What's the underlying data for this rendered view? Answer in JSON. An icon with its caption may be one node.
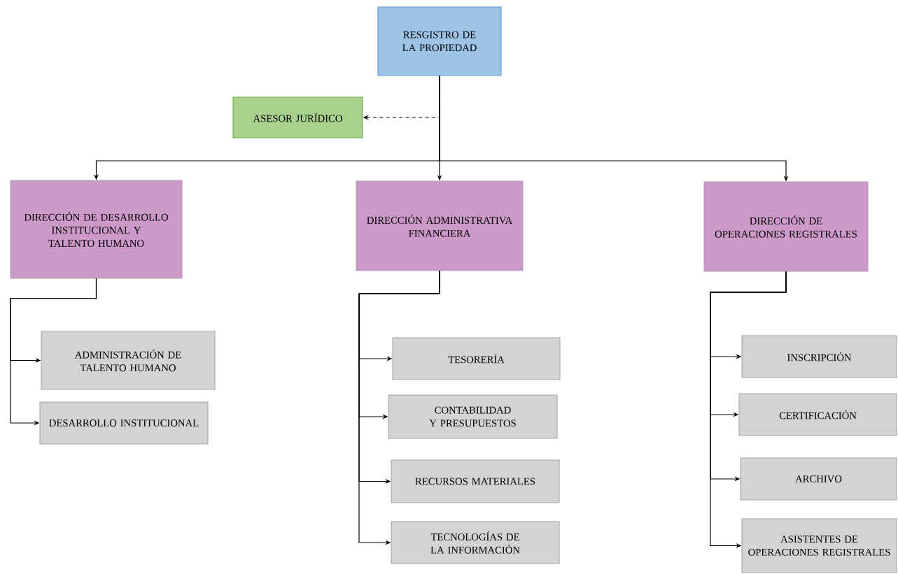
{
  "diagram": {
    "nodes": [
      {
        "text": [
          "RESGISTRO DE LA PROPIEDAD"
        ]
      },
      {
        "text": [
          "ASESOR JURÍDICO"
        ]
      },
      {
        "text": [
          "DIRECCIÓN DE DESARROLLO INSTITUCIONAL Y TALENTO HUMANO"
        ]
      },
      {
        "text": [
          "DIRECCIÓN ADMINISTRATIVA FINANCIERA"
        ]
      },
      {
        "text": [
          "DIRECCIÓN DE OPERACIONES REGISTRALES"
        ]
      },
      {
        "text": [
          "ADMINISTRACIÓN DE TALENTO HUMANO"
        ]
      },
      {
        "text": [
          "DESARROLLO INSTITUCIONAL"
        ]
      },
      {
        "text": [
          "TESORERÍA"
        ]
      },
      {
        "text": [
          "CONTABILIDAD Y PRESUPUESTOS"
        ]
      },
      {
        "text": [
          "RECURSOS MATERIALES"
        ]
      },
      {
        "text": [
          "TECNOLOGÍAS DE LA INFORMACIÓN"
        ]
      },
      {
        "text": [
          "INSCRIPCIÓN"
        ]
      },
      {
        "text": [
          "CERTIFICACIÓN"
        ]
      },
      {
        "text": [
          "ARCHIVO"
        ]
      },
      {
        "text": [
          "ASISTENTES DE OPERACIONES REGISTRALES"
        ]
      }
    ],
    "edges": [
      {
        "from": 0,
        "to": 1,
        "arrow": "to",
        "style": "dashed"
      },
      {
        "from": 0,
        "to": 2,
        "arrow": "to"
      },
      {
        "from": 0,
        "to": 3,
        "arrow": "to"
      },
      {
        "from": 0,
        "to": 4,
        "arrow": "to"
      },
      {
        "from": 2,
        "to": 5,
        "arrow": "to"
      },
      {
        "from": 2,
        "to": 6,
        "arrow": "to"
      },
      {
        "from": 3,
        "to": 7,
        "arrow": "to"
      },
      {
        "from": 3,
        "to": 8,
        "arrow": "to"
      },
      {
        "from": 3,
        "to": 9,
        "arrow": "to"
      },
      {
        "from": 3,
        "to": 10,
        "arrow": "to"
      },
      {
        "from": 4,
        "to": 11,
        "arrow": "to"
      },
      {
        "from": 4,
        "to": 12,
        "arrow": "to"
      },
      {
        "from": 4,
        "to": 13,
        "arrow": "to"
      },
      {
        "from": 4,
        "to": 14,
        "arrow": "to"
      }
    ]
  }
}
